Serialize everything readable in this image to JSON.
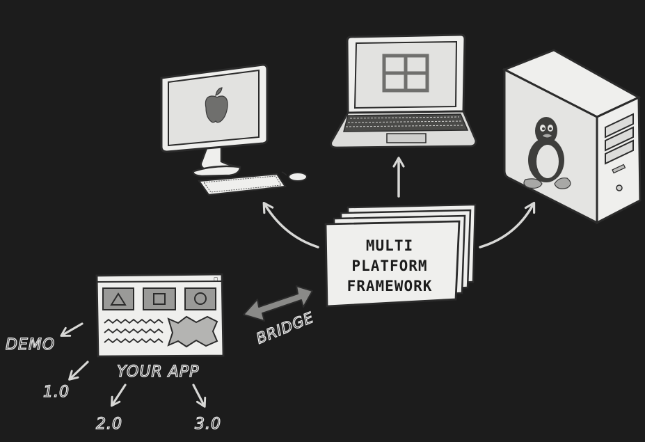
{
  "framework": {
    "line1": "MULTI",
    "line2": "PLATFORM",
    "line3": "FRAMEWORK"
  },
  "bridge_label": "BRIDGE",
  "app_label": "YOUR APP",
  "versions": {
    "demo": "DEMO",
    "v1": "1.0",
    "v2": "2.0",
    "v3": "3.0"
  },
  "app_window_controls": "_ □ x",
  "icons": [
    "apple-logo-icon",
    "windows-logo-icon",
    "linux-penguin-icon"
  ],
  "colors": {
    "background": "#1c1c1c",
    "stroke": "#2b2b2b",
    "paper": "#efefed",
    "screen": "#e2e2e0",
    "gray": "#8a8a88",
    "arrow": "#cfcfcd"
  }
}
